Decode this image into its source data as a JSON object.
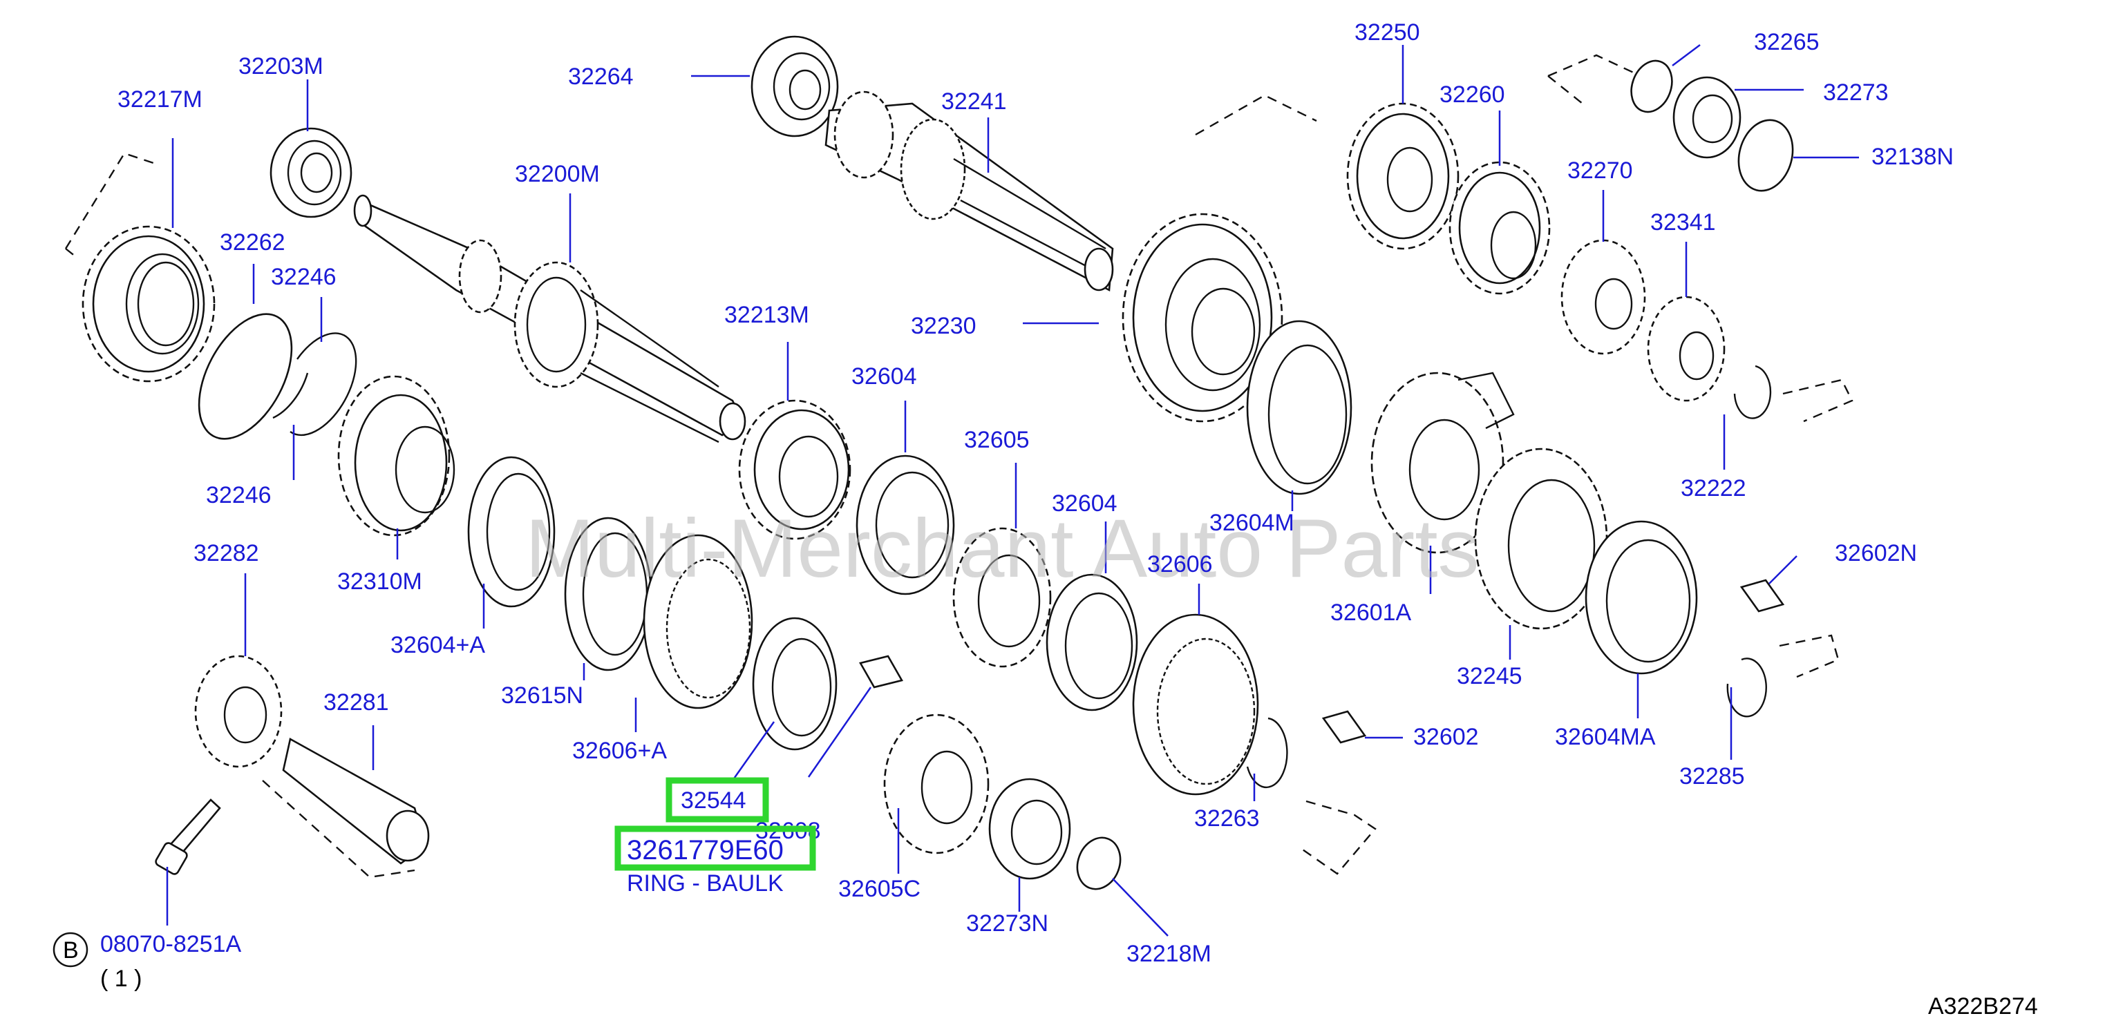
{
  "diagram": {
    "watermark": "Multi-Merchant Auto Parts",
    "diagram_code": "A322B274",
    "part_labels": {
      "p32217M": "32217M",
      "p32203M": "32203M",
      "p32264": "32264",
      "p32241": "32241",
      "p32250": "32250",
      "p32265": "32265",
      "p32260": "32260",
      "p32273": "32273",
      "p32138N": "32138N",
      "p32200M": "32200M",
      "p32262": "32262",
      "p32246a": "32246",
      "p32246b": "32246",
      "p32270": "32270",
      "p32341": "32341",
      "p32213M": "32213M",
      "p32230": "32230",
      "p32604a": "32604",
      "p32605": "32605",
      "p32604b": "32604",
      "p32604M": "32604M",
      "p32222": "32222",
      "p32282": "32282",
      "p32310M": "32310M",
      "p32606": "32606",
      "p32601A": "32601A",
      "p32602N": "32602N",
      "p32604A": "32604+A",
      "p32615N": "32615N",
      "p32245": "32245",
      "p32281": "32281",
      "p32606A": "32606+A",
      "p32602": "32602",
      "p32604MA": "32604MA",
      "p32285": "32285",
      "p32544": "32544",
      "p32608": "32608",
      "p32263": "32263",
      "p32605C": "32605C",
      "p32273N": "32273N",
      "p32218M": "32218M",
      "p08070": "08070-8251A",
      "qty": "( 1 )",
      "b_marker": "B"
    },
    "selected_part": {
      "number": "3261779E60",
      "name": "RING - BAULK"
    }
  },
  "colors": {
    "label_blue": "#1a1ad6",
    "highlight_green": "#2fd62f",
    "line_art": "#111111",
    "watermark": "#b8b8b8"
  }
}
